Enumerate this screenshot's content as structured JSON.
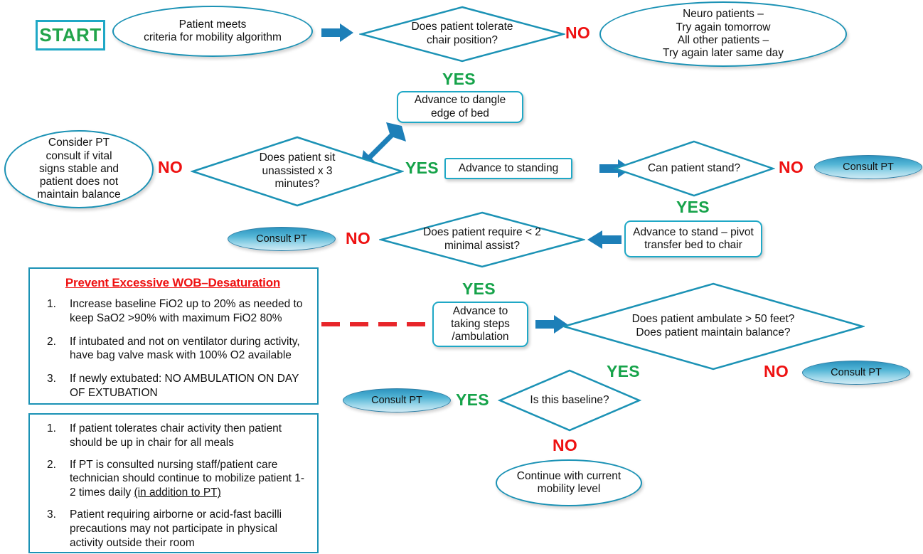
{
  "meta": {
    "title": "ICU Progressive Mobility Algorithm Flowchart",
    "colors": {
      "node_border": "#1B92B5",
      "box_border": "#1FA8C6",
      "yes_green": "#16A34A",
      "no_red": "#EE1111",
      "arrow_blue": "#1D7FB8",
      "dashed_red": "#E8252A",
      "start_green": "#22A44B",
      "consult_fill_top": "#2C93BE",
      "consult_fill_bottom": "#CFEAF4"
    }
  },
  "nodes": {
    "start": {
      "label": "START"
    },
    "patient_meets": {
      "line1": "Patient meets",
      "line2": "criteria for mobility algorithm"
    },
    "q_tolerate_chair": {
      "line1": "Does patient tolerate",
      "line2": "chair position?"
    },
    "neuro_retry": {
      "line1": "Neuro patients –",
      "line2": "Try again tomorrow",
      "line3": "All other patients –",
      "line4": "Try again later same day"
    },
    "advance_dangle": {
      "line1": "Advance to dangle",
      "line2": "edge of bed"
    },
    "consider_pt": {
      "line1": "Consider PT",
      "line2": "consult if vital",
      "line3": "signs stable and",
      "line4": "patient does not",
      "line5": "maintain balance"
    },
    "q_sit_unassisted": {
      "line1": "Does patient sit",
      "line2": "unassisted x 3",
      "line3": "minutes?"
    },
    "advance_standing": {
      "line1": "Advance to standing"
    },
    "q_can_stand": {
      "line1": "Can patient stand?"
    },
    "consult_pt_stand": {
      "label": "Consult PT"
    },
    "advance_pivot": {
      "line1": "Advance to stand – pivot",
      "line2": "transfer bed to chair"
    },
    "q_minimal_assist": {
      "line1": "Does patient require < 2",
      "line2": "minimal assist?"
    },
    "consult_pt_assist": {
      "label": "Consult PT"
    },
    "advance_steps": {
      "line1": "Advance to",
      "line2": "taking steps",
      "line3": "/ambulation"
    },
    "q_ambulate": {
      "line1": "Does patient ambulate > 50 feet?",
      "line2": "Does patient maintain balance?"
    },
    "consult_pt_ambulate": {
      "label": "Consult PT"
    },
    "q_baseline": {
      "line1": "Is this baseline?"
    },
    "consult_pt_baseline": {
      "label": "Consult PT"
    },
    "continue_mobility": {
      "line1": "Continue with current",
      "line2": "mobility level"
    }
  },
  "edge_labels": {
    "tolerate_no": "NO",
    "tolerate_yes": "YES",
    "sit_no": "NO",
    "sit_yes": "YES",
    "stand_no": "NO",
    "stand_yes": "YES",
    "assist_no": "NO",
    "assist_yes": "YES",
    "ambulate_no": "NO",
    "ambulate_yes": "YES",
    "baseline_yes": "YES",
    "baseline_no": "NO"
  },
  "panels": {
    "wob": {
      "heading": "Prevent Excessive WOB–Desaturation",
      "items": [
        "Increase baseline FiO2 up to 20% as needed to keep SaO2 >90% with maximum FiO2 80%",
        "If intubated and not on ventilator during activity, have bag valve mask with 100% O2 available",
        "If newly extubated: NO AMBULATION ON DAY OF EXTUBATION"
      ]
    },
    "general": {
      "items": [
        {
          "text_before": "If patient tolerates chair activity then patient should be up in chair for all meals",
          "underlined": "",
          "text_after": ""
        },
        {
          "text_before": "If PT is consulted nursing staff/patient care technician should continue to mobilize patient 1-2 times daily ",
          "underlined": "(in addition to PT)",
          "text_after": ""
        },
        {
          "text_before": "Patient requiring airborne or acid-fast bacilli precautions may not participate in physical activity outside their room",
          "underlined": "",
          "text_after": ""
        }
      ]
    }
  }
}
